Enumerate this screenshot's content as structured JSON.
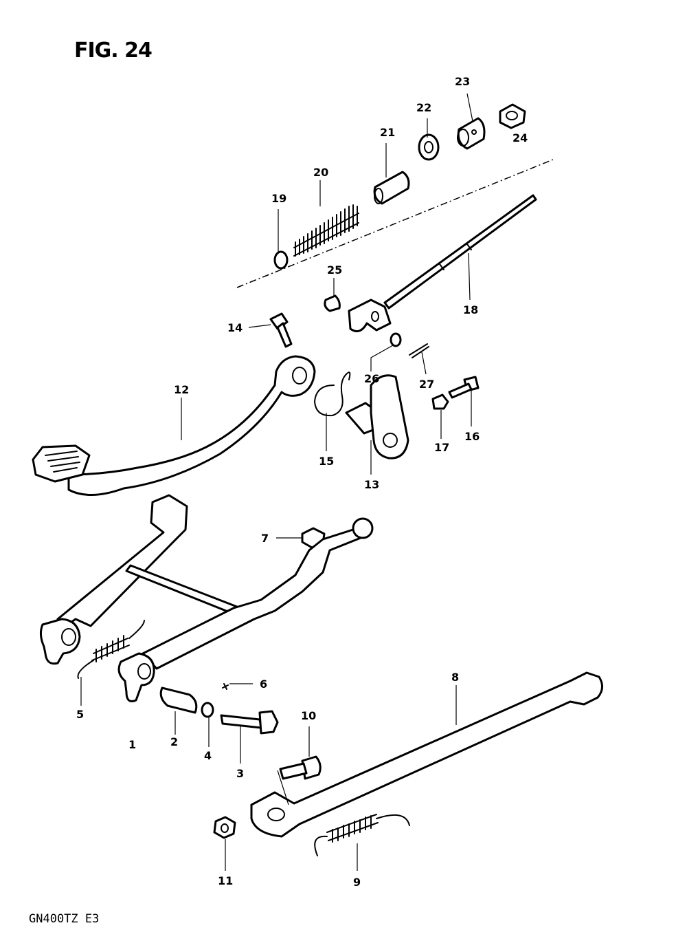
{
  "figure": {
    "title": "FIG. 24",
    "model_code": "GN400TZ  E3"
  },
  "callouts": [
    {
      "id": "c1",
      "text": "1"
    },
    {
      "id": "c2",
      "text": "2"
    },
    {
      "id": "c3",
      "text": "3"
    },
    {
      "id": "c4",
      "text": "4"
    },
    {
      "id": "c5",
      "text": "5"
    },
    {
      "id": "c6",
      "text": "6"
    },
    {
      "id": "c7",
      "text": "7"
    },
    {
      "id": "c8",
      "text": "8"
    },
    {
      "id": "c9",
      "text": "9"
    },
    {
      "id": "c10",
      "text": "10"
    },
    {
      "id": "c11",
      "text": "11"
    },
    {
      "id": "c12",
      "text": "12"
    },
    {
      "id": "c13",
      "text": "13"
    },
    {
      "id": "c14",
      "text": "14"
    },
    {
      "id": "c15",
      "text": "15"
    },
    {
      "id": "c16",
      "text": "16"
    },
    {
      "id": "c17",
      "text": "17"
    },
    {
      "id": "c18",
      "text": "18"
    },
    {
      "id": "c19",
      "text": "19"
    },
    {
      "id": "c20",
      "text": "20"
    },
    {
      "id": "c21",
      "text": "21"
    },
    {
      "id": "c22",
      "text": "22"
    },
    {
      "id": "c23",
      "text": "23"
    },
    {
      "id": "c24",
      "text": "24"
    },
    {
      "id": "c25",
      "text": "25"
    },
    {
      "id": "c26",
      "text": "26"
    },
    {
      "id": "c27",
      "text": "27"
    }
  ]
}
